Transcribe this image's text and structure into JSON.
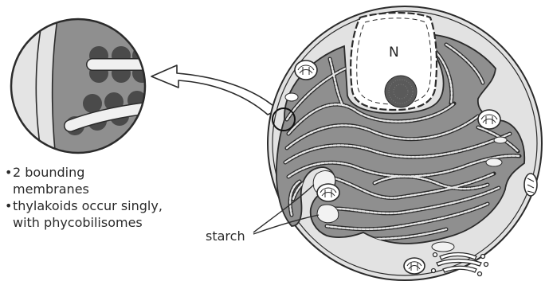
{
  "labels": {
    "nucleus": "N",
    "starch": "starch"
  },
  "bullets": [
    [
      "2 bounding",
      "membranes"
    ],
    [
      "thylakoids occur singly,",
      "with phycobilisomes"
    ]
  ],
  "colors": {
    "stroma": "#8f8f8f",
    "cytoplasm": "#e2e2e2",
    "outline": "#2b2b2b",
    "phycobilisome": "#4a4a4a",
    "thylakoid": "#f0f0f0",
    "starch": "#f2f2f2",
    "pyrenoid": "#5a5a5a"
  }
}
